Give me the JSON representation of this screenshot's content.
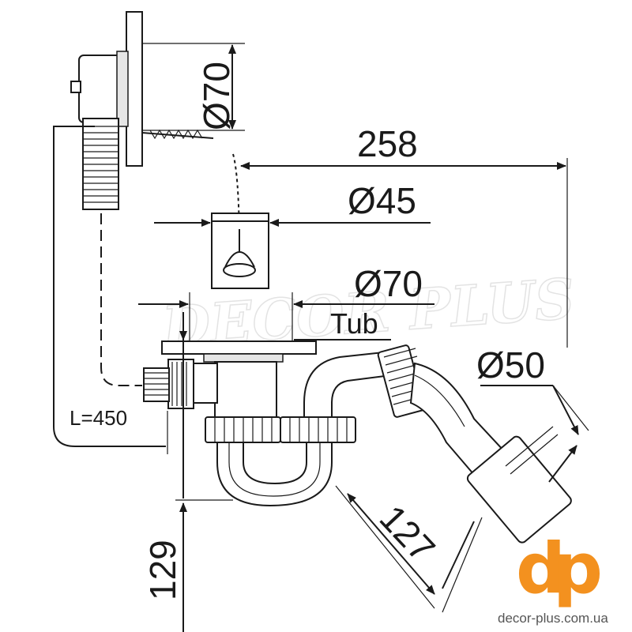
{
  "dimensions": {
    "overflow_diameter": "Ø70",
    "length_258": "258",
    "drain_plug_diameter": "Ø45",
    "outlet_diameter": "Ø70",
    "tub_label": "Tub",
    "hose_length": "L=450",
    "outlet_pipe_diameter": "Ø50",
    "pipe_length": "127",
    "height": "129"
  },
  "watermark": "DECOR PLUS",
  "brand": {
    "logo_d": "d",
    "logo_p": "p",
    "website": "decor-plus.com.ua",
    "color": "#f3911f"
  }
}
